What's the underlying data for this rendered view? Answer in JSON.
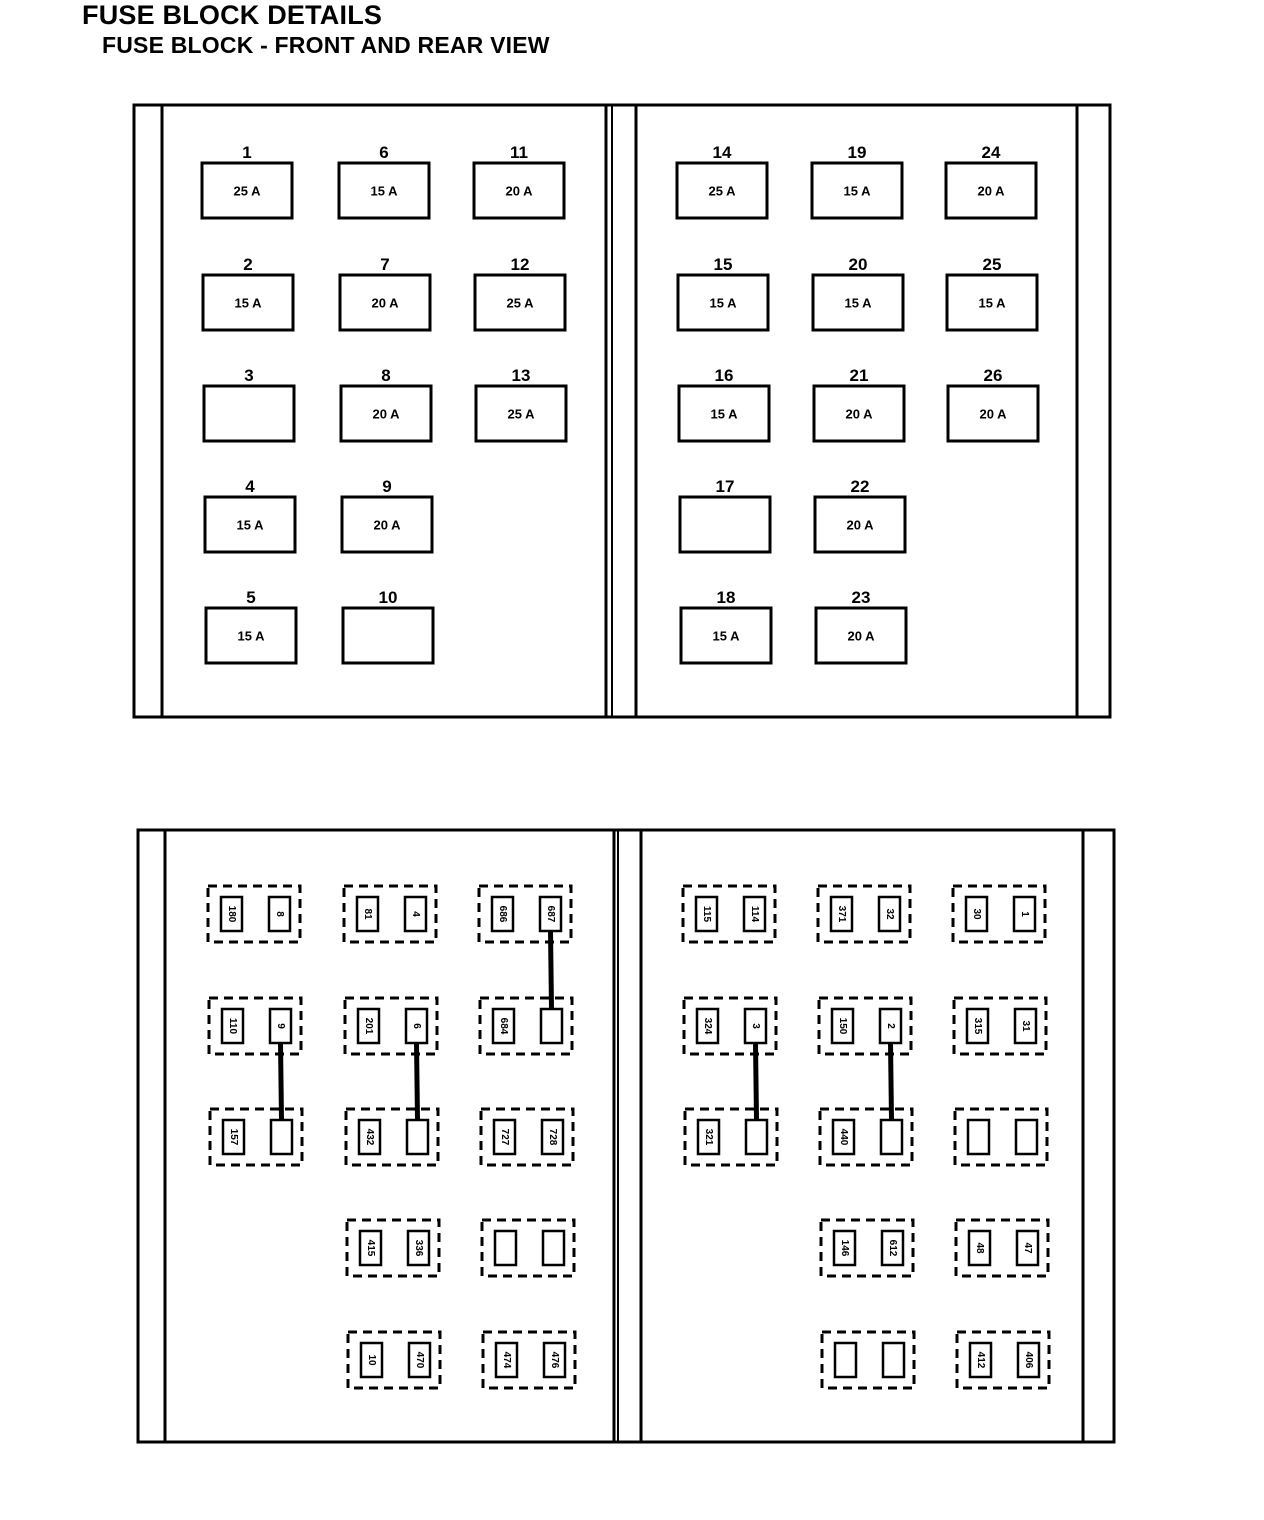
{
  "title": "FUSE BLOCK DETAILS",
  "subtitle": "FUSE BLOCK - FRONT AND REAR VIEW",
  "front_view": {
    "left_section": [
      [
        {
          "num": "1",
          "rating": "25 A"
        },
        {
          "num": "6",
          "rating": "15 A"
        },
        {
          "num": "11",
          "rating": "20 A"
        }
      ],
      [
        {
          "num": "2",
          "rating": "15 A"
        },
        {
          "num": "7",
          "rating": "20 A"
        },
        {
          "num": "12",
          "rating": "25 A"
        }
      ],
      [
        {
          "num": "3",
          "rating": ""
        },
        {
          "num": "8",
          "rating": "20 A"
        },
        {
          "num": "13",
          "rating": "25 A"
        }
      ],
      [
        {
          "num": "4",
          "rating": "15 A"
        },
        {
          "num": "9",
          "rating": "20 A"
        },
        null
      ],
      [
        {
          "num": "5",
          "rating": "15 A"
        },
        {
          "num": "10",
          "rating": ""
        },
        null
      ]
    ],
    "right_section": [
      [
        {
          "num": "14",
          "rating": "25 A"
        },
        {
          "num": "19",
          "rating": "15 A"
        },
        {
          "num": "24",
          "rating": "20 A"
        }
      ],
      [
        {
          "num": "15",
          "rating": "15 A"
        },
        {
          "num": "20",
          "rating": "15 A"
        },
        {
          "num": "25",
          "rating": "15 A"
        }
      ],
      [
        {
          "num": "16",
          "rating": "15 A"
        },
        {
          "num": "21",
          "rating": "20 A"
        },
        {
          "num": "26",
          "rating": "20 A"
        }
      ],
      [
        {
          "num": "17",
          "rating": ""
        },
        {
          "num": "22",
          "rating": "20 A"
        },
        null
      ],
      [
        {
          "num": "18",
          "rating": "15 A"
        },
        {
          "num": "23",
          "rating": "20 A"
        },
        null
      ]
    ]
  },
  "rear_view": {
    "left_section": [
      [
        [
          "180",
          "8"
        ],
        [
          "81",
          "4"
        ],
        [
          "686",
          "687"
        ]
      ],
      [
        [
          "110",
          "9"
        ],
        [
          "201",
          "6"
        ],
        [
          "684",
          ""
        ]
      ],
      [
        [
          "157",
          ""
        ],
        [
          "432",
          ""
        ],
        [
          "727",
          "728"
        ]
      ],
      [
        null,
        [
          "415",
          "336"
        ],
        [
          "",
          ""
        ]
      ],
      [
        null,
        [
          "10",
          "470"
        ],
        [
          "474",
          "476"
        ]
      ]
    ],
    "right_section": [
      [
        [
          "115",
          "114"
        ],
        [
          "371",
          "32"
        ],
        [
          "30",
          "1"
        ]
      ],
      [
        [
          "324",
          "3"
        ],
        [
          "150",
          "2"
        ],
        [
          "315",
          "31"
        ]
      ],
      [
        [
          "321",
          ""
        ],
        [
          "440",
          ""
        ],
        [
          "",
          ""
        ]
      ],
      [
        null,
        [
          "146",
          "612"
        ],
        [
          "48",
          "47"
        ]
      ],
      [
        null,
        [
          "",
          ""
        ],
        [
          "412",
          "406"
        ]
      ]
    ],
    "jumpers": [
      {
        "section": "left_section",
        "col": 0,
        "from_row": 1,
        "to_row": 2,
        "terminal": 1
      },
      {
        "section": "left_section",
        "col": 1,
        "from_row": 1,
        "to_row": 2,
        "terminal": 1
      },
      {
        "section": "left_section",
        "col": 2,
        "from_row": 0,
        "to_row": 1,
        "terminal": 1
      },
      {
        "section": "right_section",
        "col": 0,
        "from_row": 1,
        "to_row": 2,
        "terminal": 1
      },
      {
        "section": "right_section",
        "col": 1,
        "from_row": 1,
        "to_row": 2,
        "terminal": 1
      }
    ]
  }
}
